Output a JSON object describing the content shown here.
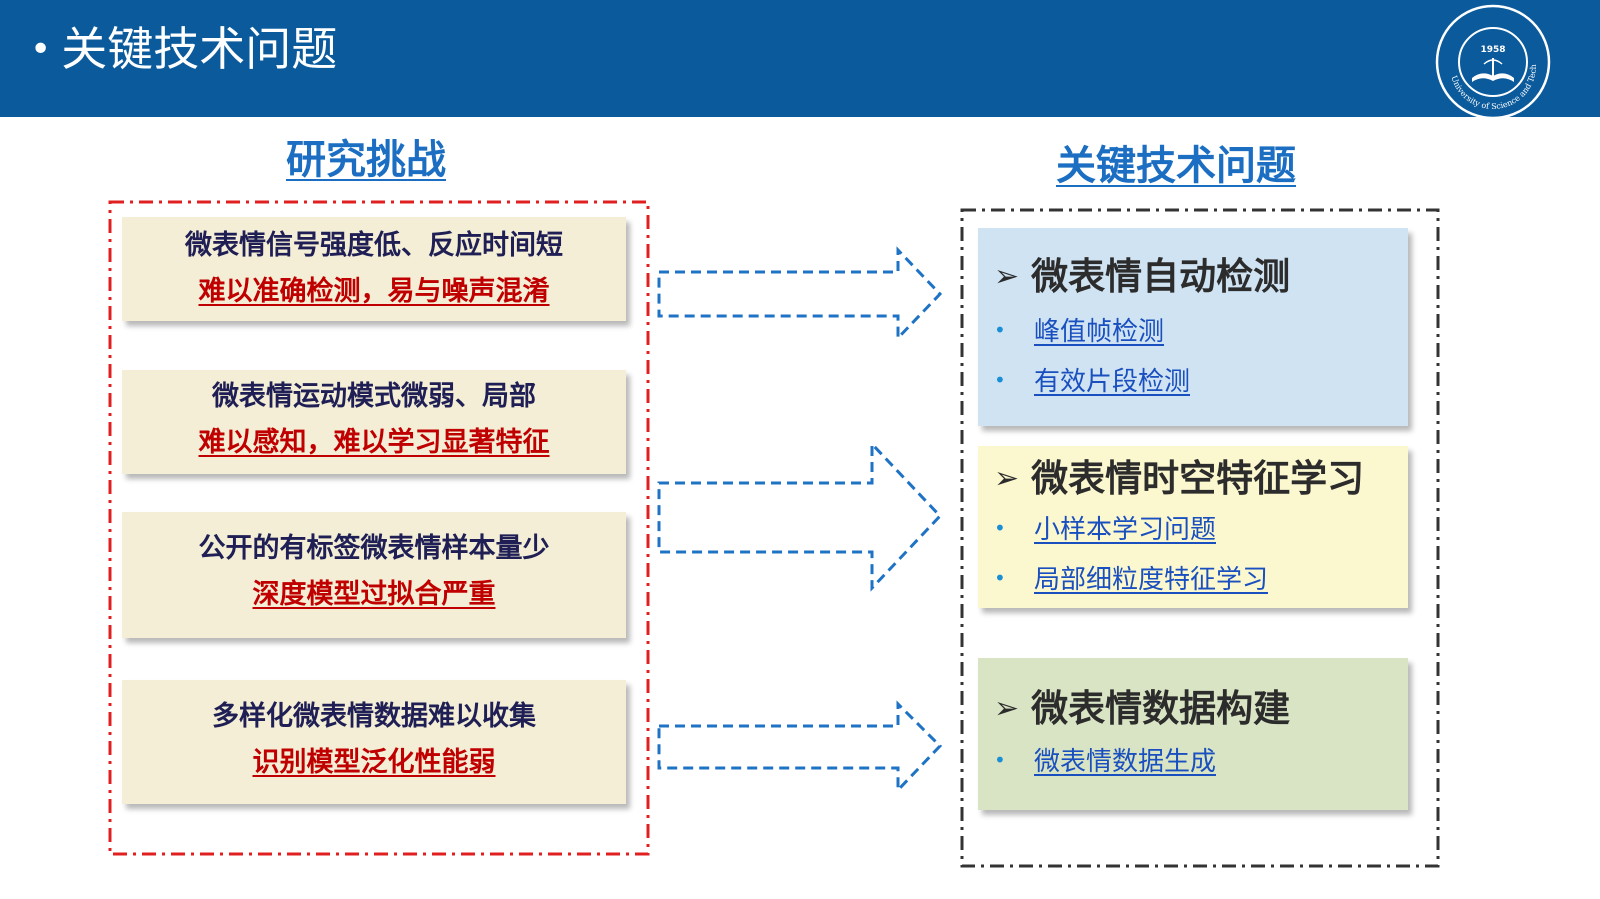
{
  "header": {
    "bullet": "•",
    "title": "关键技术问题",
    "logo_year": "1958",
    "logo_text": "University of Science and Technology of China"
  },
  "left": {
    "title": "研究挑战",
    "challenges": [
      {
        "main": "微表情信号强度低、反应时间短",
        "sub": "难以准确检测，易与噪声混淆"
      },
      {
        "main": "微表情运动模式微弱、局部",
        "sub": "难以感知，难以学习显著特征"
      },
      {
        "main": "公开的有标签微表情样本量少",
        "sub": "深度模型过拟合严重"
      },
      {
        "main": "多样化微表情数据难以收集",
        "sub": "识别模型泛化性能弱"
      }
    ]
  },
  "right": {
    "title": "关键技术问题",
    "marker": "➢",
    "dot": "•",
    "issues": [
      {
        "title": "微表情自动检测",
        "items": [
          "峰值帧检测",
          "有效片段检测"
        ]
      },
      {
        "title": "微表情时空特征学习",
        "items": [
          "小样本学习问题",
          "局部细粒度特征学习"
        ]
      },
      {
        "title": "微表情数据构建",
        "items": [
          "微表情数据生成"
        ]
      }
    ]
  },
  "colors": {
    "header_bg": "#0a5a9c",
    "section_title": "#1b6ec2",
    "challenge_bg": "#f3eed5",
    "challenge_text": "#1f1f55",
    "challenge_emphasis": "#c00000",
    "issue1_bg": "#cfe3f3",
    "issue2_bg": "#fbf7cf",
    "issue3_bg": "#d9e4c4",
    "left_frame": "#e02020",
    "right_frame": "#333333",
    "arrow_stroke": "#1f73c4"
  },
  "icons": {
    "arrow": "dashed-right-arrow",
    "logo": "university-seal"
  }
}
